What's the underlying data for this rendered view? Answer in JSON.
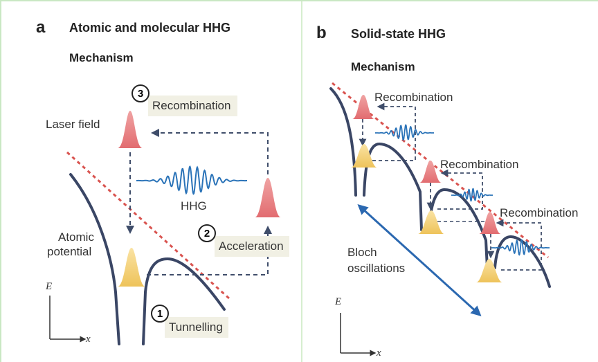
{
  "panel_a": {
    "letter": "a",
    "title": "Atomic and molecular HHG",
    "subtitle": "Mechanism",
    "labels": {
      "laser_field": "Laser field",
      "atomic_potential_line1": "Atomic",
      "atomic_potential_line2": "potential",
      "hhg": "HHG",
      "recombination": "Recombination",
      "acceleration": "Acceleration",
      "tunnelling": "Tunnelling"
    },
    "steps": [
      "1",
      "2",
      "3"
    ],
    "axes": {
      "y": "E",
      "x": "x"
    }
  },
  "panel_b": {
    "letter": "b",
    "title": "Solid-state HHG",
    "subtitle": "Mechanism",
    "labels": {
      "recombination_1": "Recombination",
      "recombination_2": "Recombination",
      "recombination_3": "Recombination",
      "bloch_line1": "Bloch",
      "bloch_line2": "oscillations"
    },
    "axes": {
      "y": "E",
      "x": "x"
    }
  },
  "colors": {
    "potential": "#3a4665",
    "laser_field": "#d9534f",
    "electron_red": "#e2767a",
    "electron_yellow": "#f2cc6e",
    "hhg_wave": "#2a73b8",
    "bloch_arrow": "#2b68b0",
    "dashed_path": "#3f4d6a",
    "label_box": "#f1f0e4"
  }
}
